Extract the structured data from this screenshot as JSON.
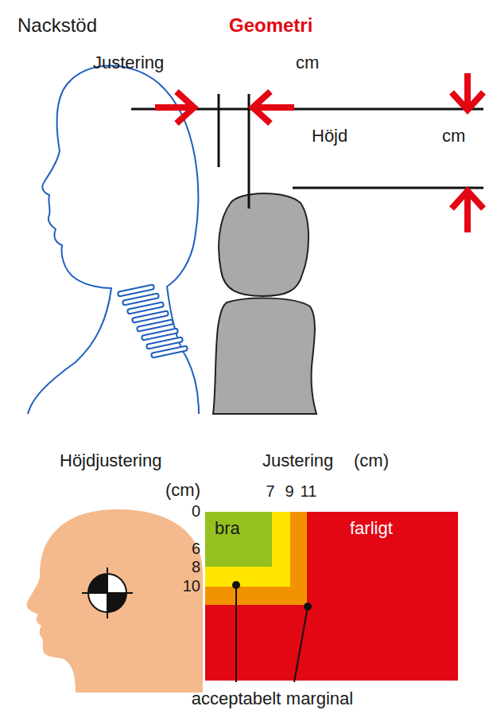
{
  "diagram": {
    "title": "Geometri",
    "nodes": [
      {
        "text": [
          "farligt"
        ]
      },
      {
        "text": [
          "bra"
        ],
        "in": 0
      }
    ],
    "labels": [
      "Nackstöd",
      "Justering",
      "cm",
      "Höjd",
      "cm",
      "Höjdjustering",
      "Justering",
      "(cm)",
      "(cm)",
      "7",
      "9",
      "11",
      "0",
      "6",
      "8",
      "10",
      "acceptabelt",
      "marginal"
    ]
  }
}
